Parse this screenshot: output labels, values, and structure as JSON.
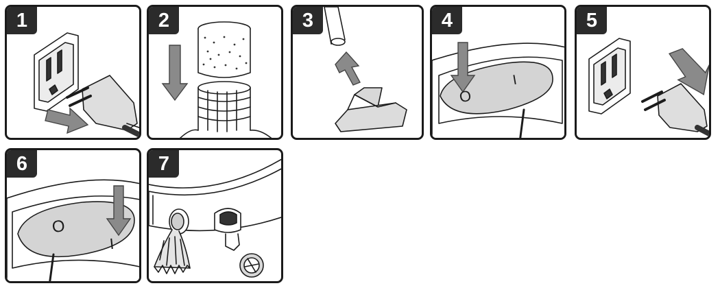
{
  "steps": [
    {
      "number": "1",
      "icon": "unplug-cord-icon"
    },
    {
      "number": "2",
      "icon": "install-foam-filter-icon"
    },
    {
      "number": "3",
      "icon": "attach-nozzle-icon"
    },
    {
      "number": "4",
      "icon": "switch-off-icon"
    },
    {
      "number": "5",
      "icon": "plug-in-cord-icon"
    },
    {
      "number": "6",
      "icon": "switch-on-icon"
    },
    {
      "number": "7",
      "icon": "drain-cap-icon"
    }
  ],
  "switch_labels": {
    "off": "O",
    "on": "I"
  },
  "colors": {
    "border": "#1a1a1a",
    "badge": "#2b2b2b",
    "arrow": "#8a8a8a",
    "surface": "#d4d4d4"
  }
}
